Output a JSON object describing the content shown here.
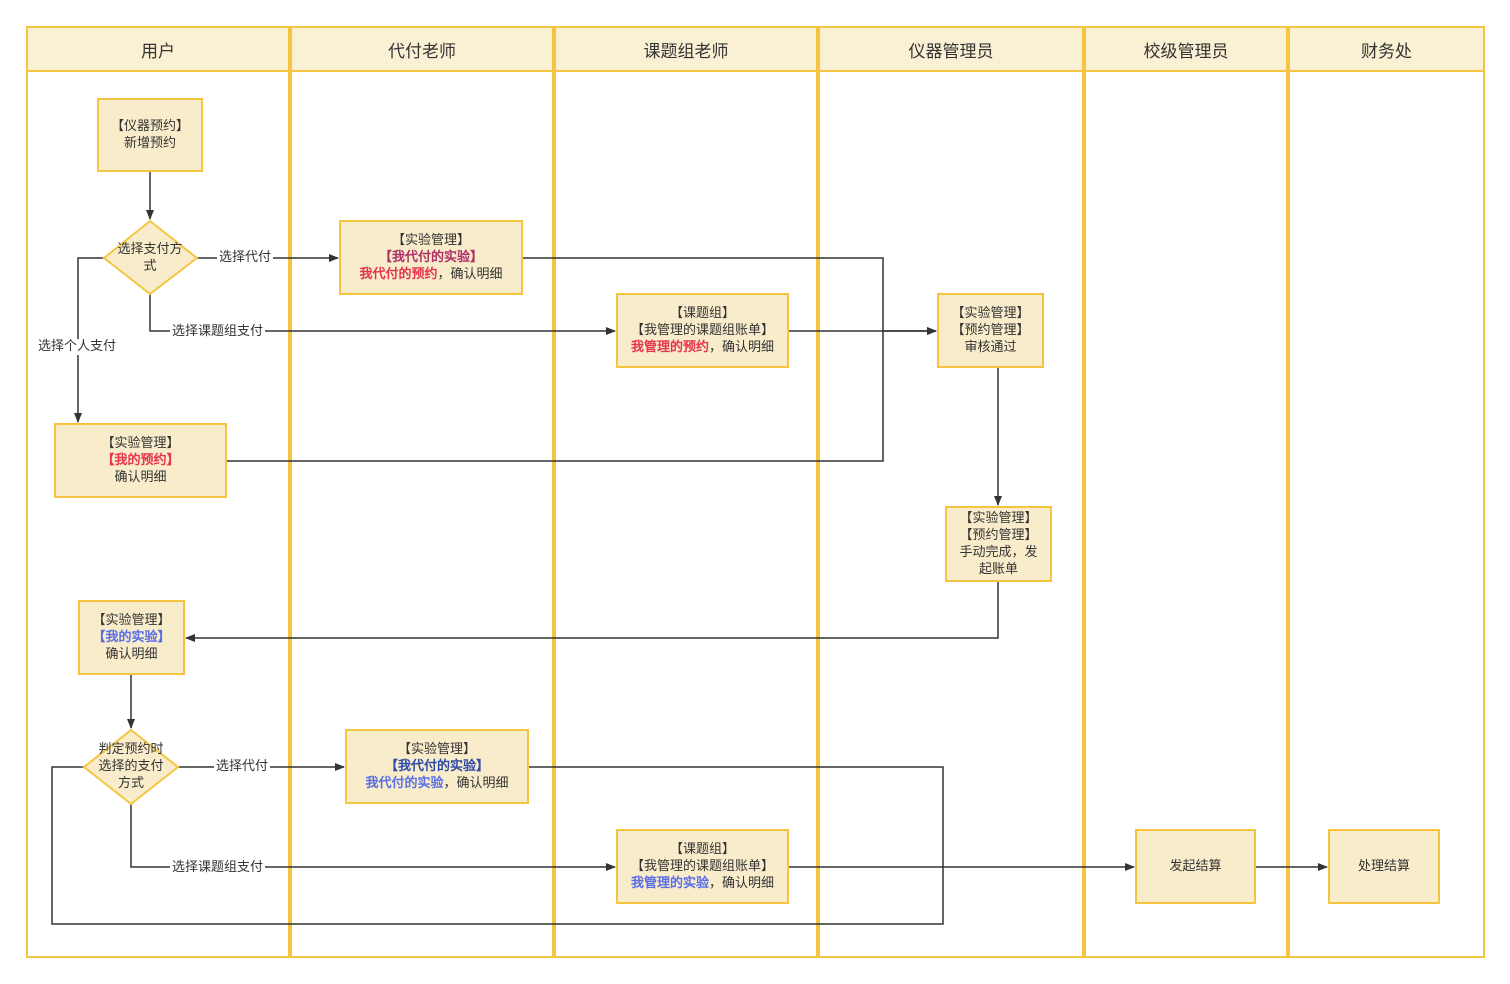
{
  "lanes": [
    "用户",
    "代付老师",
    "课题组老师",
    "仪器管理员",
    "校级管理员",
    "财务处"
  ],
  "nodes": {
    "new_booking": {
      "l1": "【仪器预约】",
      "l2": "新增预约"
    },
    "choose_pay": {
      "text": "选择支付方式"
    },
    "proxy_detail": {
      "l1": "【实验管理】",
      "l2": "【我代付的实验】",
      "l3a": "我代付的预约",
      "l3b": "，确认明细"
    },
    "group_detail": {
      "l1": "【课题组】",
      "l2": "【我管理的课题组账单】",
      "l3a": "我管理的预约",
      "l3b": "，确认明细"
    },
    "approve": {
      "l1": "【实验管理】",
      "l2": "【预约管理】",
      "l3": "审核通过"
    },
    "my_booking": {
      "l1": "【实验管理】",
      "l2": "【我的预约】",
      "l3": "确认明细"
    },
    "manual_complete": {
      "l1": "【实验管理】",
      "l2": "【预约管理】",
      "l3": "手动完成，发",
      "l4": "起账单"
    },
    "my_experiment": {
      "l1": "【实验管理】",
      "l2": "【我的实验】",
      "l3": "确认明细"
    },
    "judge_pay": {
      "text": "判定预约时选择的支付方式"
    },
    "proxy_exp": {
      "l1": "【实验管理】",
      "l2": "【我代付的实验】",
      "l3a": "我代付的实验",
      "l3b": "，确认明细"
    },
    "group_exp": {
      "l1": "【课题组】",
      "l2": "【我管理的课题组账单】",
      "l3a": "我管理的实验",
      "l3b": "，确认明细"
    },
    "settle": {
      "text": "发起结算"
    },
    "process": {
      "text": "处理结算"
    }
  },
  "edge_labels": {
    "choose_proxy": "选择代付",
    "choose_group": "选择课题组支付",
    "choose_personal": "选择个人支付",
    "judge_proxy": "选择代付",
    "judge_group": "选择课题组支付"
  }
}
